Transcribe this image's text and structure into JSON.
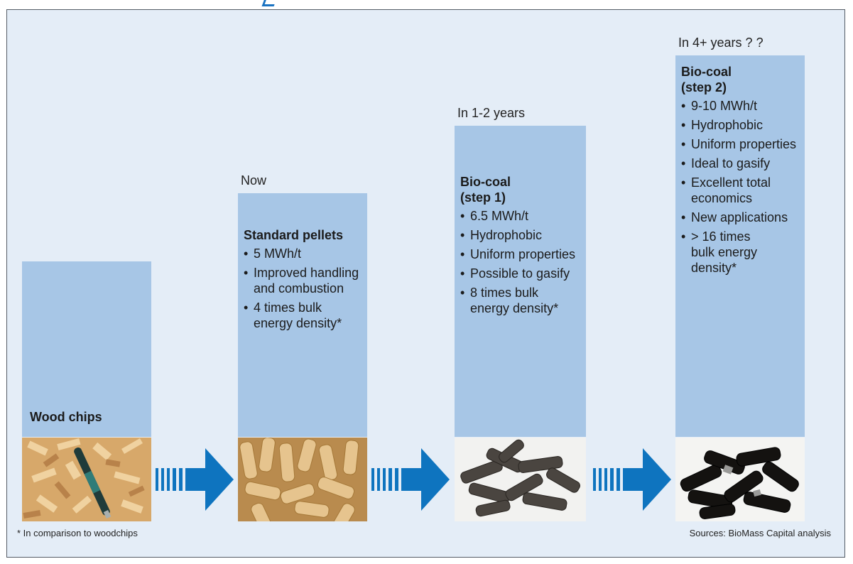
{
  "colors": {
    "panel_bg": "#e4edf7",
    "box_bg": "#a7c6e6",
    "arrow": "#0e74bf"
  },
  "stages": [
    {
      "id": "wood-chips",
      "time_label": "",
      "title": "Wood chips",
      "bullets": [],
      "photo": "wood-chips-photo"
    },
    {
      "id": "standard-pellets",
      "time_label": "Now",
      "title": "Standard pellets",
      "bullets": [
        "5 MWh/t",
        "Improved handling and combustion",
        "4 times bulk energy density*"
      ],
      "photo": "wood-pellets-photo"
    },
    {
      "id": "bio-coal-step1",
      "time_label": "In 1-2 years",
      "title": "Bio-coal (step 1)",
      "bullets": [
        "6.5 MWh/t",
        "Hydrophobic",
        "Uniform properties",
        "Possible to gasify",
        "8 times bulk energy density*"
      ],
      "photo": "bio-coal-step1-photo"
    },
    {
      "id": "bio-coal-step2",
      "time_label": "In 4+ years ? ?",
      "title": "Bio-coal (step 2)",
      "bullets": [
        "9-10 MWh/t",
        "Hydrophobic",
        "Uniform properties",
        "Ideal to gasify",
        "Excellent total economics",
        "New applications",
        "> 16 times bulk energy density*"
      ],
      "photo": "bio-coal-step2-photo"
    }
  ],
  "footnote": "* In comparison to woodchips",
  "source": "Sources: BioMass Capital analysis"
}
